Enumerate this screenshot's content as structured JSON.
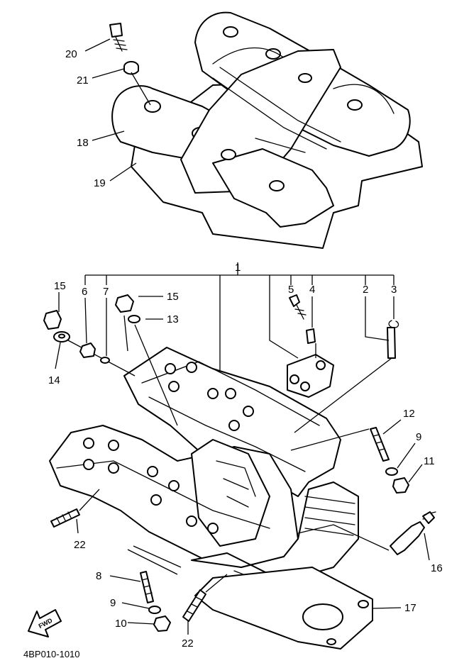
{
  "diagram": {
    "callouts": {
      "c1": "1",
      "c2": "2",
      "c3": "3",
      "c4": "4",
      "c5": "5",
      "c6": "6",
      "c7": "7",
      "c8": "8",
      "c9a": "9",
      "c9b": "9",
      "c10": "10",
      "c11": "11",
      "c12": "12",
      "c13": "13",
      "c14": "14",
      "c15a": "15",
      "c15b": "15",
      "c16": "16",
      "c17": "17",
      "c18": "18",
      "c19": "19",
      "c20": "20",
      "c21": "21",
      "c22a": "22",
      "c22b": "22"
    },
    "fwd_label": "FWD",
    "doc_id": "4BP010-1010"
  }
}
